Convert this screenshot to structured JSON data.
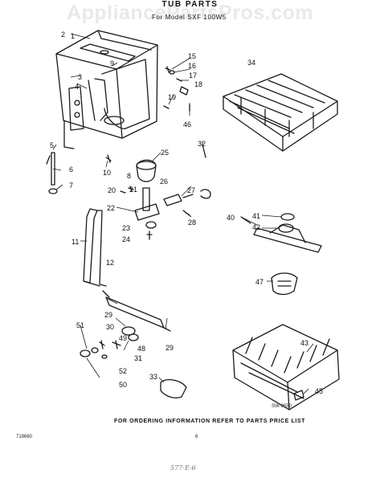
{
  "header": {
    "watermark": "AppliancePartsPros.com",
    "title": "TUB PARTS",
    "subtitle": "For Model SXF 100W5"
  },
  "callouts": [
    "1",
    "2",
    "3",
    "4",
    "5",
    "6",
    "7",
    "8",
    "9",
    "10",
    "11",
    "12",
    "15",
    "16",
    "17",
    "18",
    "19",
    "20",
    "21",
    "22",
    "23",
    "24",
    "25",
    "26",
    "27",
    "28",
    "29",
    "29",
    "30",
    "31",
    "32",
    "33",
    "34",
    "40",
    "41",
    "42",
    "43",
    "45",
    "46",
    "47",
    "48",
    "49",
    "50",
    "51",
    "52"
  ],
  "diagram_code": "SW-9650",
  "footer": {
    "ordering_note": "FOR ORDERING INFORMATION REFER TO PARTS PRICE LIST",
    "doc_number": "719660",
    "page_number": "6",
    "handwritten": "577-E-6"
  },
  "colors": {
    "ink": "#111111",
    "paper": "#ffffff",
    "watermark": "#e6e6e6"
  }
}
